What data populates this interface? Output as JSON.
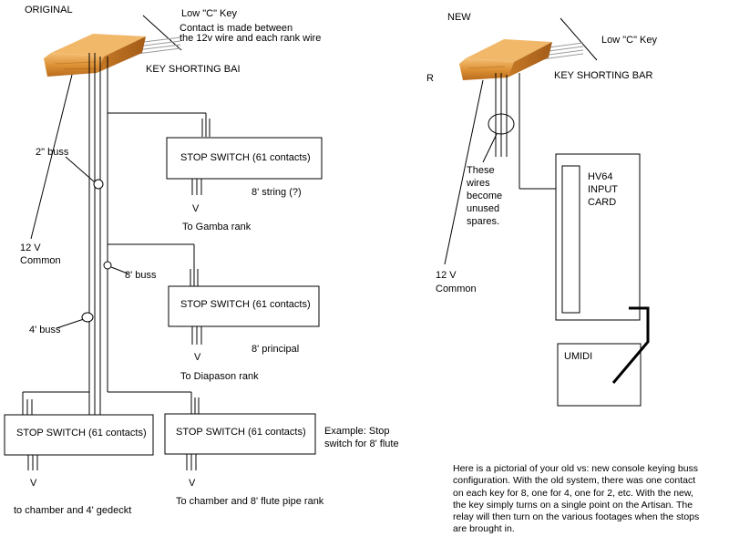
{
  "original": {
    "heading": "ORIGINAL",
    "low_c_label": "Low \"C\" Key",
    "contact_note_line1": "Contact is made between",
    "contact_note_line2": "the 12v wire and each rank wire",
    "shorting_bar_label": "KEY SHORTING BAI",
    "buss_2": "2\" buss",
    "buss_8": "8' buss",
    "buss_4": "4' buss",
    "common_line1": "12 V",
    "common_line2": "Common",
    "switch_label": "STOP SWITCH (61 contacts)",
    "switch1_stop": "8' string (?)",
    "switch1_dest": "To Gamba rank",
    "switch2_stop": "8' principal",
    "switch2_dest": "To Diapason rank",
    "switch3_dest": "to chamber and 4' gedeckt",
    "switch4_dest": "To chamber and 8' flute pipe rank",
    "example_line1": "Example: Stop",
    "example_line2": "switch for 8' flute",
    "v_glyph": "V"
  },
  "new": {
    "heading": "NEW",
    "stray_glyph": "R",
    "low_c_label": "Low \"C\" Key",
    "shorting_bar_label": "KEY SHORTING BAR",
    "spares_line1": "These",
    "spares_line2": "wires",
    "spares_line3": "become",
    "spares_line4": "unused",
    "spares_line5": "spares.",
    "common_line1": "12 V",
    "common_line2": "Common",
    "card_line1": "HV64",
    "card_line2": "INPUT",
    "card_line3": "CARD",
    "umidi_label": "UMIDI"
  },
  "note": "Here is a pictorial of your old vs: new console keying buss configuration. With the old system, there was one contact on each key for 8, one for 4, one for 2, etc. With the new, the key simply turns on a single point on the Artisan. The relay will then turn on the various footages when the stops are brought in.",
  "colors": {
    "wood_light": "#f0b060",
    "wood_mid": "#d98a2c",
    "wood_dark": "#a8611a",
    "line": "#000000"
  }
}
